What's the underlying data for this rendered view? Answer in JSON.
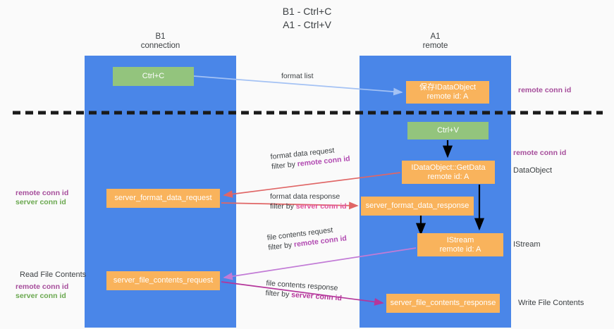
{
  "title": {
    "line1": "B1 - Ctrl+C",
    "line2": "A1 - Ctrl+V"
  },
  "columns": [
    {
      "id": "b1",
      "name": "B1",
      "role": "connection",
      "color": "#4a86e8"
    },
    {
      "id": "a1",
      "name": "A1",
      "role": "remote",
      "color": "#4a86e8"
    }
  ],
  "nodes": {
    "ctrl_c": {
      "line1": "Ctrl+C",
      "line2": "",
      "color": "#93c47d"
    },
    "save_idataobject": {
      "line1": "保存IDataObject",
      "line2": "remote id: A",
      "color": "#f9b35c"
    },
    "ctrl_v": {
      "line1": "Ctrl+V",
      "line2": "",
      "color": "#93c47d"
    },
    "getdata": {
      "line1": "IDataObject::GetData",
      "line2": "remote id: A",
      "color": "#f9b35c"
    },
    "server_format_data_request": {
      "line1": "server_format_data_request",
      "line2": "",
      "color": "#f9b35c"
    },
    "server_format_data_response": {
      "line1": "server_format_data_response",
      "line2": "",
      "color": "#f9b35c"
    },
    "istream": {
      "line1": "IStream",
      "line2": "remote id: A",
      "color": "#f9b35c"
    },
    "server_file_contents_request": {
      "line1": "server_file_contents_request",
      "line2": "",
      "color": "#f9b35c"
    },
    "server_file_contents_response": {
      "line1": "server_file_contents_response",
      "line2": "",
      "color": "#f9b35c"
    }
  },
  "edge_labels": {
    "format_list": "format list",
    "format_data_request": "format data request",
    "format_data_request_filter_prefix": "filter by ",
    "format_data_request_filter_key": "remote conn id",
    "format_data_response": "format data response",
    "format_data_response_filter_prefix": "filter by ",
    "format_data_response_filter_key": "server conn id",
    "file_contents_request": "file contents request",
    "file_contents_request_filter_prefix": "filter by ",
    "file_contents_request_filter_key": "remote conn id",
    "file_contents_response": "file contents response",
    "file_contents_response_filter_prefix": "filter by ",
    "file_contents_response_filter_key": "server conn id"
  },
  "side_labels": {
    "remote_conn_id": "remote conn id",
    "server_conn_id": "server conn id",
    "dataobject": "DataObject",
    "istream": "IStream",
    "read_file_contents": "Read File Contents",
    "write_file_contents": "Write File Contents"
  },
  "colors": {
    "column": "#4a86e8",
    "green_node": "#93c47d",
    "orange_node": "#f9b35c",
    "purple_label": "#a64d9b",
    "green_label": "#6aa84f",
    "arrow_blue": "#a4c2f4",
    "arrow_red": "#e06666",
    "arrow_black": "#000000",
    "arrow_purple": "#c27bd6",
    "arrow_magenta": "#b5369b",
    "divider": "#1a1a1a",
    "background": "#fafafa"
  }
}
